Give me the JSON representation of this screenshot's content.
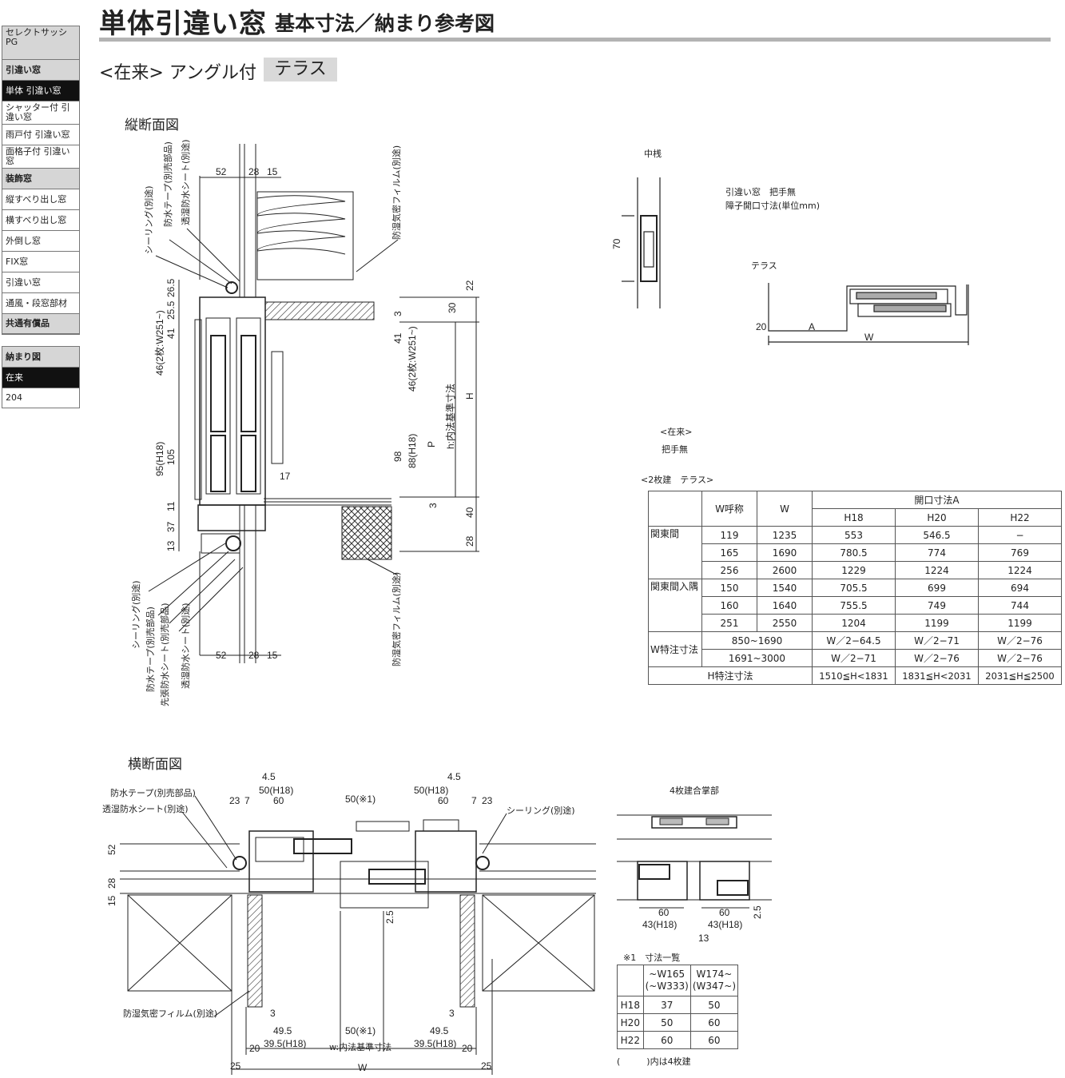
{
  "header": {
    "title": "単体引違い窓",
    "subtitle": "基本寸法／納まり参考図",
    "section": "<在来> アングル付",
    "tag": "テラス"
  },
  "sidebar": {
    "product": "セレクトサッシ PG",
    "items": [
      {
        "label": "引違い窓",
        "style": "head"
      },
      {
        "label": "単体 引違い窓",
        "style": "active"
      },
      {
        "label": "シャッター付 引違い窓",
        "style": "normal"
      },
      {
        "label": "雨戸付 引違い窓",
        "style": "normal"
      },
      {
        "label": "面格子付 引違い窓",
        "style": "normal"
      },
      {
        "label": "装飾窓",
        "style": "head"
      },
      {
        "label": "縦すべり出し窓",
        "style": "normal"
      },
      {
        "label": "横すべり出し窓",
        "style": "normal"
      },
      {
        "label": "外倒し窓",
        "style": "normal"
      },
      {
        "label": "FIX窓",
        "style": "normal"
      },
      {
        "label": "引違い窓",
        "style": "normal"
      },
      {
        "label": "通風・段窓部材",
        "style": "normal"
      },
      {
        "label": "共通有償品",
        "style": "head"
      }
    ],
    "section2": [
      {
        "label": "納まり図",
        "style": "head"
      },
      {
        "label": "在来",
        "style": "active"
      },
      {
        "label": "204",
        "style": "normal"
      }
    ]
  },
  "vertical_section": {
    "title": "縦断面図",
    "labels": [
      "シーリング(別途)",
      "防水テープ(別売部品)",
      "透湿防水シート(別途)",
      "防湿気密フィルム(別途)"
    ],
    "labels_bottom": [
      "シーリング(別途)",
      "防水テープ(別売部品)",
      "先張防水シート(別売部品)",
      "透湿防水シート(別途)",
      "防湿気密フィルム(別途)"
    ],
    "dims_top": [
      "52",
      "28",
      "15"
    ],
    "dims_bottom": [
      "52",
      "28",
      "15"
    ],
    "dims_left": [
      "26.5",
      "25.5",
      "41",
      "46(2枚:W251~)",
      "105",
      "95(H18)",
      "11",
      "37",
      "13"
    ],
    "dims_mid": [
      "3",
      "41",
      "46(2枚:W251~)",
      "98",
      "88(H18)",
      "P",
      "h:内法基準寸法",
      "3",
      "17"
    ],
    "dims_right": [
      "22",
      "30",
      "H",
      "40",
      "28"
    ]
  },
  "mullion": {
    "title": "中桟",
    "dim": "70"
  },
  "note": {
    "line1": "引違い窓　把手無",
    "line2": "障子開口寸法(単位mm)"
  },
  "terrace_detail": {
    "title": "テラス",
    "dims": [
      "20",
      "A",
      "W"
    ]
  },
  "table_caption": {
    "line1": "<在来>",
    "line2": "把手無",
    "line3": "<2枚建　テラス>"
  },
  "main_table": {
    "col_headers": [
      "W呼称",
      "W",
      "開口寸法A"
    ],
    "sub_headers": [
      "H18",
      "H20",
      "H22"
    ],
    "groups": [
      {
        "name": "関東間",
        "rows": [
          [
            "119",
            "1235",
            "553",
            "546.5",
            "−"
          ],
          [
            "165",
            "1690",
            "780.5",
            "774",
            "769"
          ],
          [
            "256",
            "2600",
            "1229",
            "1224",
            "1224"
          ]
        ]
      },
      {
        "name": "関東間入隅",
        "rows": [
          [
            "150",
            "1540",
            "705.5",
            "699",
            "694"
          ],
          [
            "160",
            "1640",
            "755.5",
            "749",
            "744"
          ],
          [
            "251",
            "2550",
            "1204",
            "1199",
            "1199"
          ]
        ]
      }
    ],
    "w_special": {
      "name": "W特注寸法",
      "rows": [
        [
          "850~1690",
          "W／2−64.5",
          "W／2−71",
          "W／2−76"
        ],
        [
          "1691~3000",
          "W／2−71",
          "W／2−76",
          "W／2−76"
        ]
      ]
    },
    "h_special": {
      "name": "H特注寸法",
      "values": [
        "1510≦H<1831",
        "1831≦H<2031",
        "2031≦H≦2500"
      ]
    }
  },
  "horizontal_section": {
    "title": "横断面図",
    "labels": [
      "防水テープ(別売部品)",
      "透湿防水シート(別途)",
      "シーリング(別途)",
      "防湿気密フィルム(別途)"
    ],
    "dims_top": [
      "4.5",
      "50(H18)",
      "23",
      "7",
      "60",
      "50(※1)",
      "50(H18)",
      "60",
      "4.5",
      "7",
      "23"
    ],
    "dims_left": [
      "52",
      "28",
      "15"
    ],
    "dims_bottom": [
      "3",
      "49.5",
      "20",
      "39.5(H18)",
      "50(※1)",
      "w:内法基準寸法",
      "49.5",
      "39.5(H18)",
      "3",
      "20",
      "25",
      "W",
      "25",
      "2.5"
    ]
  },
  "four_panel": {
    "title": "4枚建合掌部",
    "dims": [
      "60",
      "43(H18)",
      "60",
      "43(H18)",
      "13",
      "2.5"
    ]
  },
  "small_table": {
    "caption": "※1　寸法一覧",
    "headers": [
      "~W165 (~W333)",
      "W174~ (W347~)"
    ],
    "rows": [
      [
        "H18",
        "37",
        "50"
      ],
      [
        "H20",
        "50",
        "60"
      ],
      [
        "H22",
        "60",
        "60"
      ]
    ],
    "footnote": "(　　　)内は4枚建"
  }
}
